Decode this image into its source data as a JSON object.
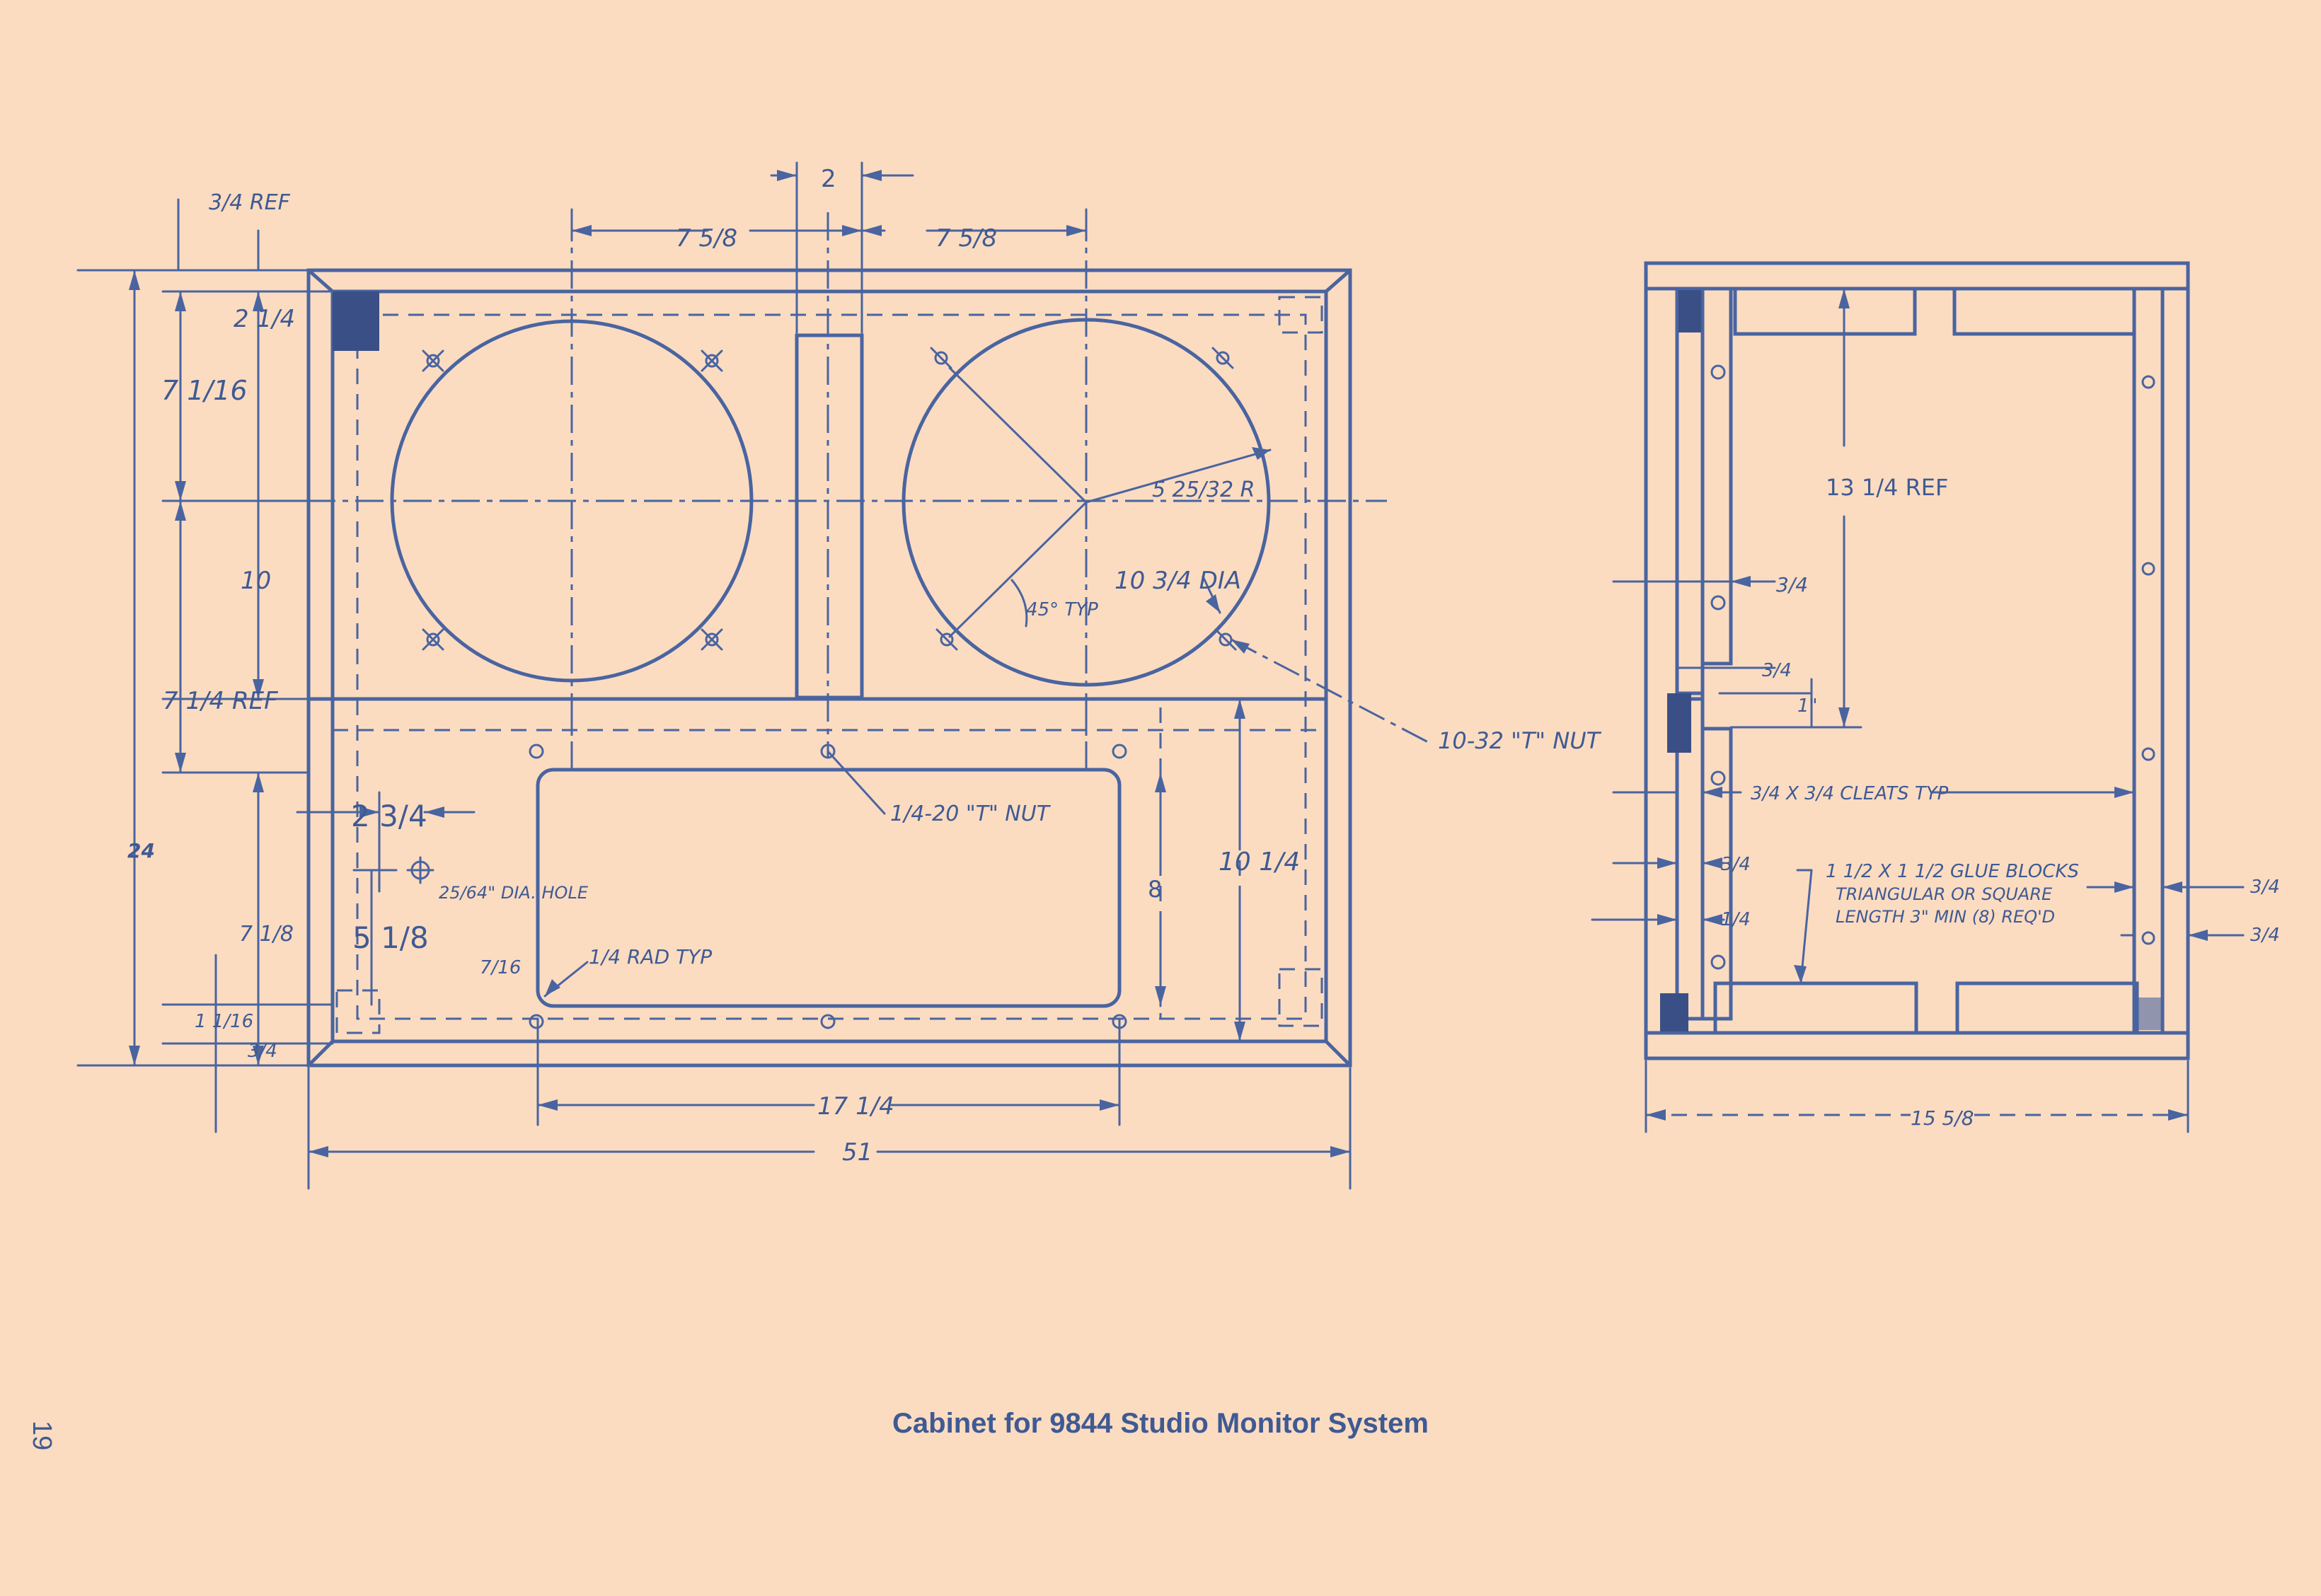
{
  "caption": "Cabinet for 9844 Studio Monitor System",
  "page_number": "19",
  "front_view": {
    "dim_ref_top": "3/4 REF",
    "dim_center_gap": "2",
    "dim_left_offset": "7 5/8",
    "dim_right_offset": "7 5/8",
    "dim_top_margin": "2 1/4",
    "dim_upper": "7 1/16",
    "dim_mid": "10",
    "dim_lower_ref": "7 1/4 REF",
    "dim_total_height": "24",
    "dim_bottom_section": "7 1/8",
    "dim_small_bottom": "1 1/16",
    "dim_bottom_edge": "3/4",
    "dim_left_port": "2 3/4",
    "dim_port_drop": "5 1/8",
    "dim_port_offset": "7/16",
    "dim_panel_height": "8",
    "dim_right_section": "10 1/4",
    "dim_panel_width": "17 1/4",
    "dim_total_width": "51",
    "note_radius": "5 25/32 R",
    "note_diameter": "10 3/4 DIA",
    "note_angle": "45° TYP",
    "note_tnut_1032": "10-32 \"T\" NUT",
    "note_tnut_1420": "1/4-20 \"T\" NUT",
    "note_hole": "25/64\" DIA. HOLE",
    "note_rad_typ": "1/4 RAD TYP"
  },
  "side_view": {
    "dim_ref": "13 1/4 REF",
    "dim_a": "3/4",
    "dim_b": "3/4",
    "dim_c": "1\"",
    "note_cleats": "3/4 X 3/4 CLEATS TYP",
    "dim_d": "3/4",
    "dim_e": "1/4",
    "note_glue_1": "1 1/2 X 1 1/2 GLUE BLOCKS",
    "note_glue_2": "TRIANGULAR OR SQUARE",
    "note_glue_3": "LENGTH 3\" MIN (8) REQ'D",
    "dim_right_1": "3/4",
    "dim_right_2": "3/4",
    "dim_depth": "15 5/8"
  }
}
